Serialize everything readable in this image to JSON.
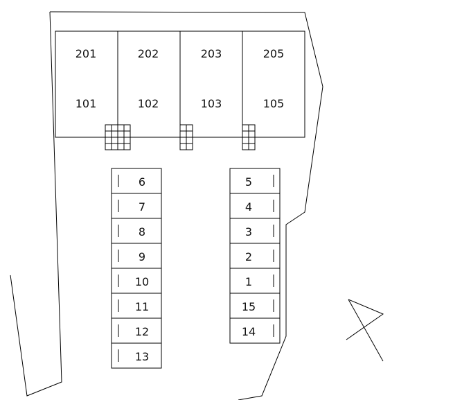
{
  "building": {
    "units": [
      {
        "upper": "201",
        "lower": "101"
      },
      {
        "upper": "202",
        "lower": "102"
      },
      {
        "upper": "203",
        "lower": "103"
      },
      {
        "upper": "205",
        "lower": "105"
      }
    ]
  },
  "parking": {
    "left_column": [
      "6",
      "7",
      "8",
      "9",
      "10",
      "11",
      "12",
      "13"
    ],
    "right_column": [
      "5",
      "4",
      "3",
      "2",
      "1",
      "15",
      "14"
    ]
  }
}
